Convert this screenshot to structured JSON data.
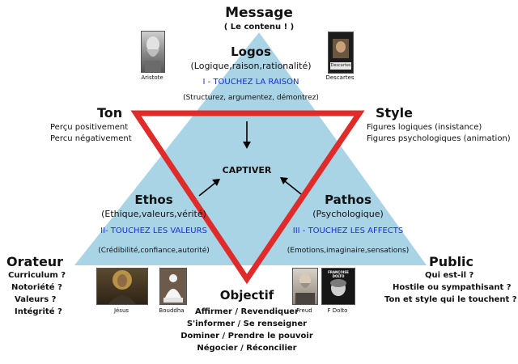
{
  "colors": {
    "triangle_fill": "#a9d4e6",
    "inverted_triangle_stroke": "#e02b2b",
    "accent_text": "#1a2fd6"
  },
  "top": {
    "title": "Message",
    "subtitle": "( Le contenu ! )"
  },
  "logos": {
    "title": "Logos",
    "subtitle": "(Logique,raison,rationalité)",
    "action": "I - TOUCHEZ LA RAISON",
    "detail": "(Structurez, argumentez, démontrez)",
    "left_portrait_caption": "Aristote",
    "right_portrait_caption": "Descartes",
    "book_text": "Descartes"
  },
  "center": {
    "label": "CAPTIVER"
  },
  "ethos": {
    "title": "Ethos",
    "subtitle": "(Ethique,valeurs,vérité)",
    "action": "II- TOUCHEZ LES VALEURS",
    "detail": "(Crédibilité,confiance,autorité)"
  },
  "pathos": {
    "title": "Pathos",
    "subtitle": "(Psychologique)",
    "action": "III - TOUCHEZ LES AFFECTS",
    "detail": "(Emotions,imaginaire,sensations)"
  },
  "ton": {
    "title": "Ton",
    "lines": [
      "Perçu positivement",
      "Percu négativement"
    ]
  },
  "style": {
    "title": "Style",
    "lines": [
      "Figures logiques (insistance)",
      "Figures psychologiques (animation)"
    ]
  },
  "orateur": {
    "title": "Orateur",
    "lines": [
      "Curriculum ?",
      "Notoriété ?",
      "Valeurs ?",
      "Intégrité ?"
    ]
  },
  "public": {
    "title": "Public",
    "lines": [
      "Qui est-il ?",
      "Hostile ou sympathisant ?",
      "Ton et style qui le touchent ?"
    ]
  },
  "objectif": {
    "title": "Objectif",
    "lines": [
      "Affirmer / Revendiquer",
      "S'informer / Se renseigner",
      "Dominer / Prendre le pouvoir",
      "Négocier / Réconcilier"
    ]
  },
  "portraits": {
    "jesus": "Jésus",
    "bouddha": "Bouddha",
    "freud": "Freud",
    "dolto": "F Dolto",
    "dolto_book": "FRANÇOISE DOLTO"
  },
  "icons": [
    "arrow-down-icon",
    "arrow-up-right-icon",
    "arrow-up-left-icon"
  ]
}
